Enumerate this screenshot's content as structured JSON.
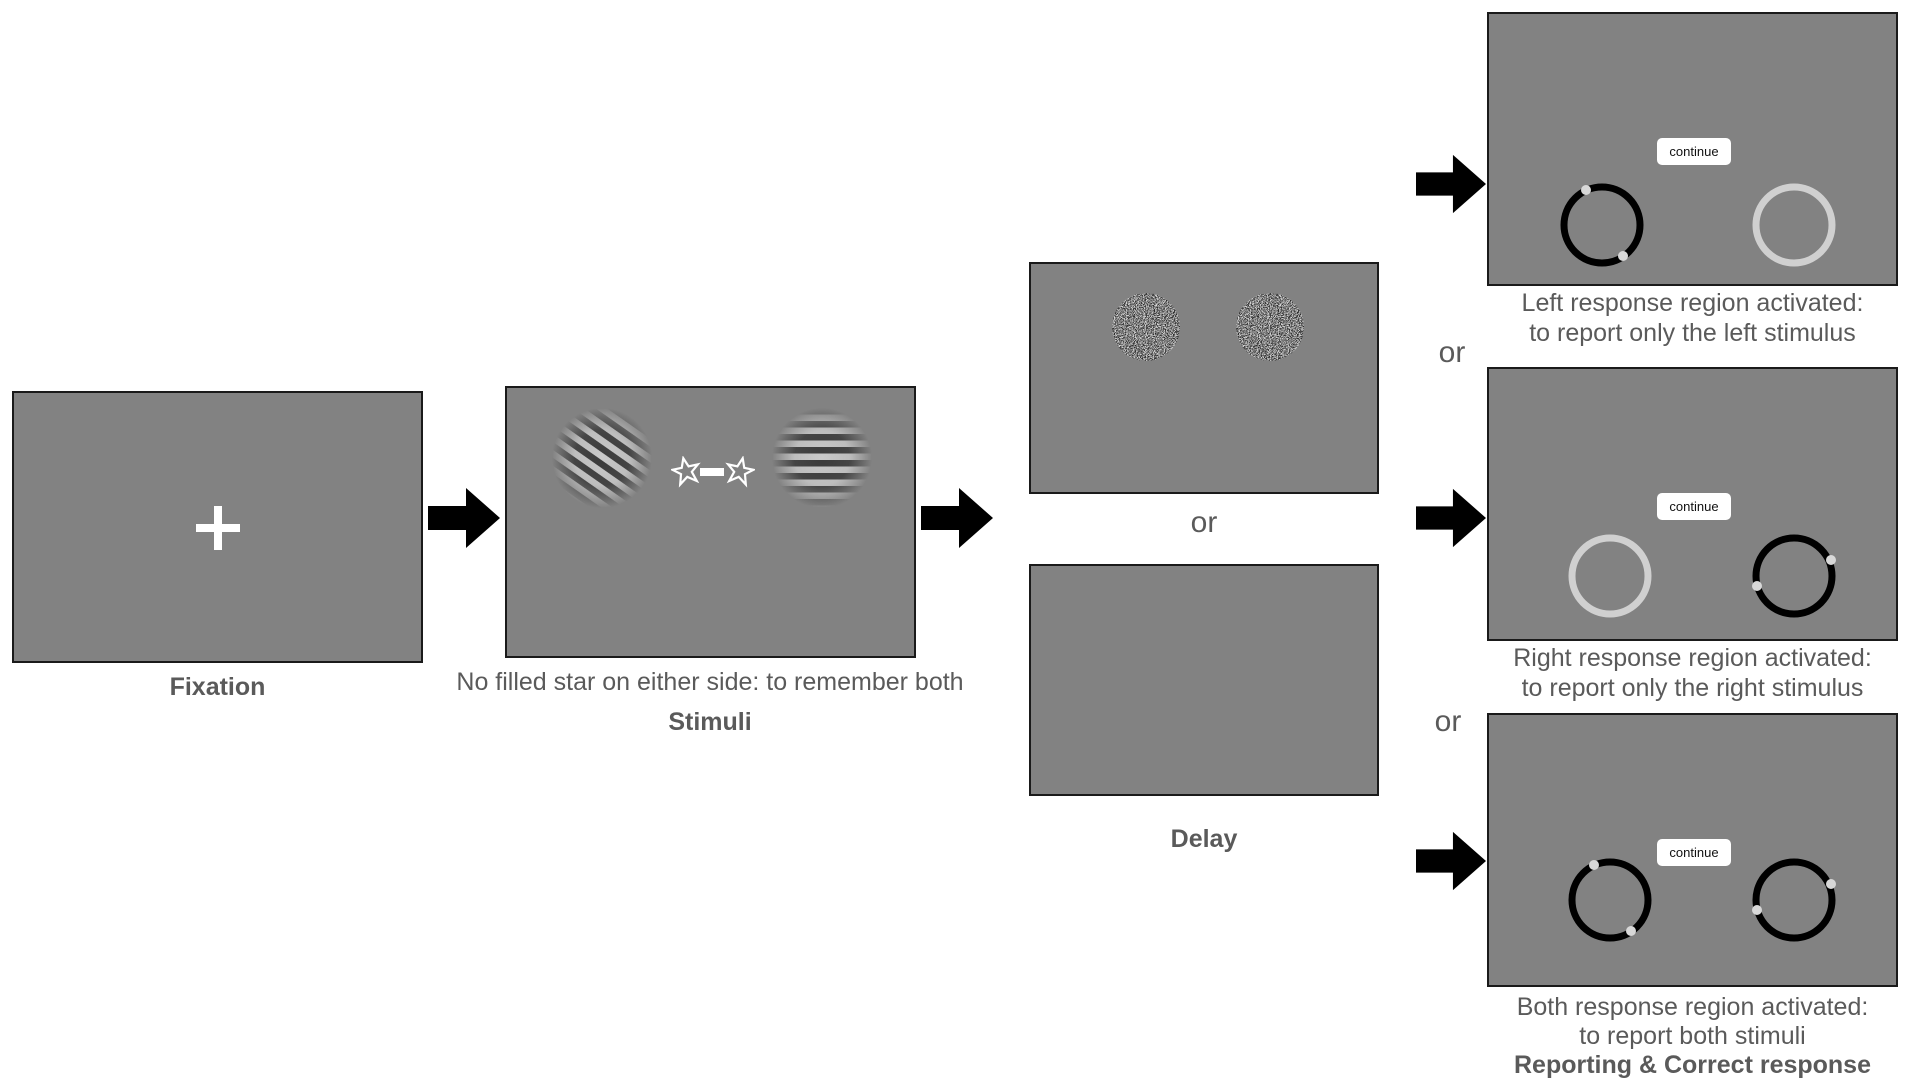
{
  "fixation": {
    "label": "Fixation"
  },
  "stimuli": {
    "caption": "No filled star on either side: to remember both",
    "label": "Stimuli"
  },
  "delay": {
    "or_label": "or",
    "label": "Delay"
  },
  "report": {
    "or_label": "or",
    "continue_label": "continue",
    "left": {
      "caption_line1": "Left response region activated:",
      "caption_line2": "to report only the left stimulus"
    },
    "right": {
      "caption_line1": "Right response region activated:",
      "caption_line2": "to report only the right stimulus"
    },
    "both": {
      "caption_line1": "Both response region activated:",
      "caption_line2": "to report both stimuli"
    },
    "label": "Reporting & Correct response"
  },
  "colors": {
    "screen": "#828282",
    "active_ring": "#000000",
    "inactive_ring": "#d0d0d0",
    "arrow": "#000000"
  }
}
